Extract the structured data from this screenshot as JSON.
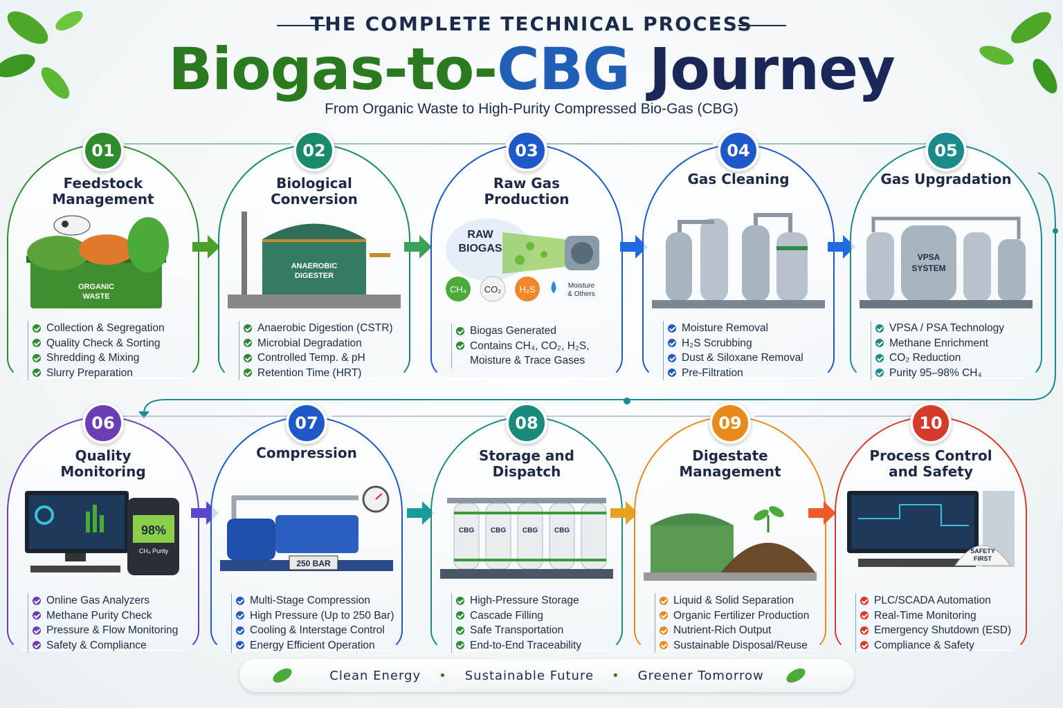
{
  "header": {
    "kicker": "THE COMPLETE TECHNICAL PROCESS",
    "title_part1": "Biogas-to-",
    "title_part2": "CBG",
    "title_part3": " Journey",
    "subtitle": "From Organic Waste to High-Purity Compressed Bio-Gas (CBG)"
  },
  "colors": {
    "green": "#2e8b2e",
    "teal": "#1a8a7a",
    "blue": "#1f58c8",
    "purple": "#6a3fb5",
    "orange": "#e88a1a",
    "red": "#d63a2a"
  },
  "stages": [
    {
      "number": "01",
      "title_line1": "Feedstock",
      "title_line2": "Management",
      "illustration_label": "ORGANIC\nWASTE",
      "label_a": "ORGANIC",
      "label_b": "WASTE",
      "bullets": [
        "Collection & Segregation",
        "Quality Check & Sorting",
        "Shredding & Mixing",
        "Slurry Preparation"
      ]
    },
    {
      "number": "02",
      "title_line1": "Biological",
      "title_line2": "Conversion",
      "label_a": "ANAEROBIC",
      "label_b": "DIGESTER",
      "bullets": [
        "Anaerobic Digestion (CSTR)",
        "Microbial Degradation",
        "Controlled Temp. & pH",
        "Retention Time (HRT)"
      ]
    },
    {
      "number": "03",
      "title_line1": "Raw Gas",
      "title_line2": "Production",
      "label_a": "RAW",
      "label_b": "BIOGAS",
      "gases": [
        "CH₄",
        "CO₂",
        "H₂S"
      ],
      "moisture_a": "Moisture",
      "moisture_b": "& Others",
      "bullets": [
        "Biogas Generated",
        "Contains CH₄, CO₂, H₂S,",
        "Moisture & Trace Gases"
      ]
    },
    {
      "number": "04",
      "title_line1": "Gas Cleaning",
      "title_line2": "",
      "bullets": [
        "Moisture Removal",
        "H₂S Scrubbing",
        "Dust & Siloxane Removal",
        "Pre-Filtration"
      ]
    },
    {
      "number": "05",
      "title_line1": "Gas Upgradation",
      "title_line2": "",
      "label_a": "VPSA",
      "label_b": "SYSTEM",
      "bullets": [
        "VPSA / PSA Technology",
        "Methane Enrichment",
        "CO₂ Reduction",
        "Purity 95–98% CH₄"
      ]
    },
    {
      "number": "06",
      "title_line1": "Quality",
      "title_line2": "Monitoring",
      "label_a": "98%",
      "label_b": "CH₄ Purity",
      "bullets": [
        "Online Gas Analyzers",
        "Methane Purity Check",
        "Pressure & Flow Monitoring",
        "Safety & Compliance"
      ]
    },
    {
      "number": "07",
      "title_line1": "Compression",
      "title_line2": "",
      "label_a": "250 BAR",
      "bullets": [
        "Multi-Stage Compression",
        "High Pressure (Up to 250 Bar)",
        "Cooling & Interstage Control",
        "Energy Efficient Operation"
      ]
    },
    {
      "number": "08",
      "title_line1": "Storage and",
      "title_line2": "Dispatch",
      "label_a": "CBG",
      "bullets": [
        "High-Pressure Storage",
        "Cascade Filling",
        "Safe Transportation",
        "End-to-End Traceability"
      ]
    },
    {
      "number": "09",
      "title_line1": "Digestate",
      "title_line2": "Management",
      "bullets": [
        "Liquid & Solid Separation",
        "Organic Fertilizer Production",
        "Nutrient-Rich Output",
        "Sustainable Disposal/Reuse"
      ]
    },
    {
      "number": "10",
      "title_line1": "Process Control",
      "title_line2": "and Safety",
      "label_a": "SAFETY",
      "label_b": "FIRST",
      "bullets": [
        "PLC/SCADA Automation",
        "Real-Time Monitoring",
        "Emergency Shutdown (ESD)",
        "Compliance & Safety"
      ]
    }
  ],
  "footer": {
    "item1": "Clean Energy",
    "item2": "Sustainable Future",
    "item3": "Greener Tomorrow",
    "separator": "•"
  }
}
